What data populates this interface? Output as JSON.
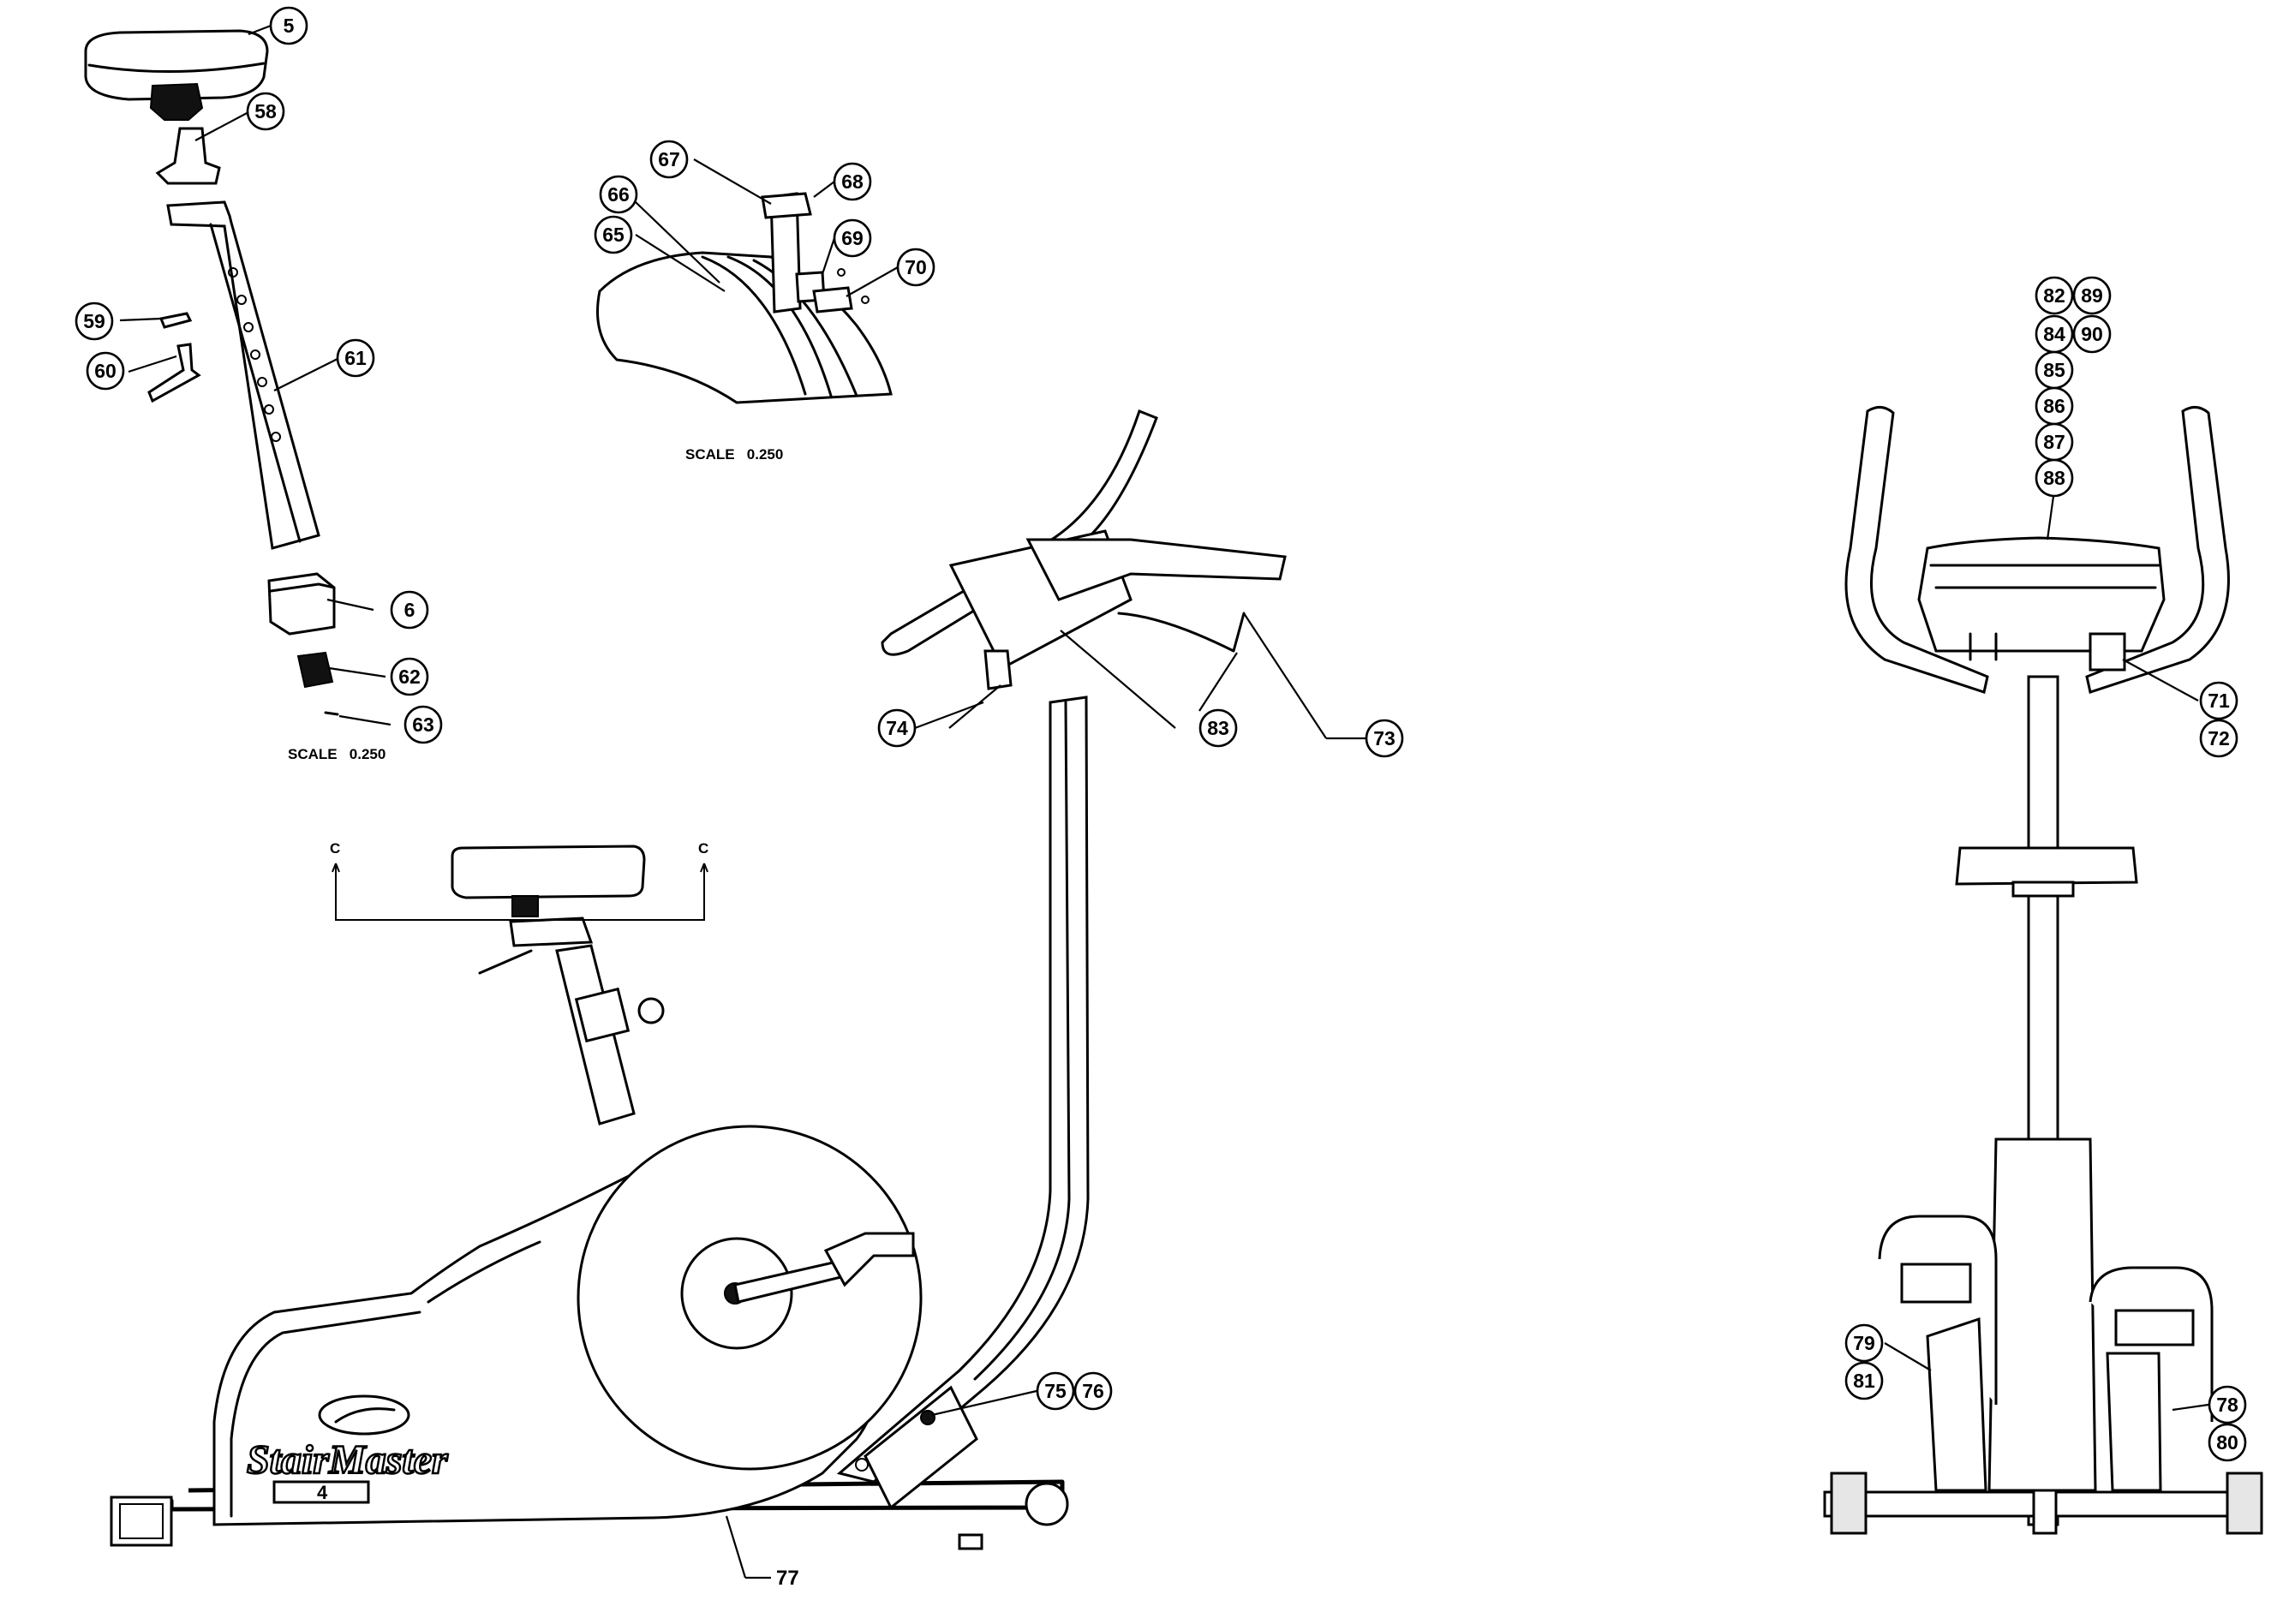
{
  "brand": {
    "name": "StairMaster",
    "model": "4"
  },
  "scale_notes": [
    {
      "id": "scale-detail-top",
      "text": "SCALE   0.250"
    },
    {
      "id": "scale-detail-seat",
      "text": "SCALE   0.250"
    }
  ],
  "section_marks": [
    {
      "id": "c-left",
      "text": "C"
    },
    {
      "id": "c-right",
      "text": "C"
    }
  ],
  "callouts": {
    "p5": "5",
    "p58": "58",
    "p59": "59",
    "p60": "60",
    "p61": "61",
    "p6": "6",
    "p62": "62",
    "p63": "63",
    "p65": "65",
    "p66": "66",
    "p67": "67",
    "p68": "68",
    "p69": "69",
    "p70": "70",
    "p73": "73",
    "p74": "74",
    "p83": "83",
    "p75": "75",
    "p76": "76",
    "p77": "77",
    "p82": "82",
    "p89": "89",
    "p84": "84",
    "p90": "90",
    "p85": "85",
    "p86": "86",
    "p87": "87",
    "p88": "88",
    "p71": "71",
    "p72": "72",
    "p79": "79",
    "p81": "81",
    "p78": "78",
    "p80": "80"
  }
}
